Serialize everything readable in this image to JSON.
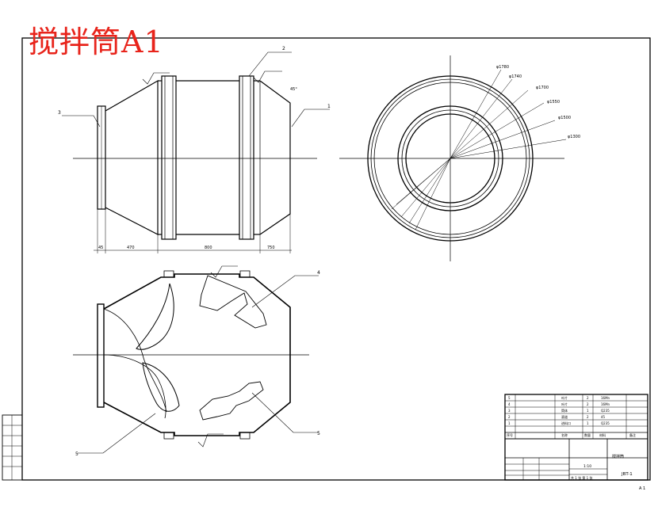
{
  "drawing": {
    "title": "搅拌筒A1",
    "title_color": "#e8241b",
    "line_color": "#000000"
  },
  "front_view": {
    "callouts": [
      "1",
      "2",
      "3"
    ],
    "bottom_dimensions": [
      "45",
      "470",
      "800",
      "750"
    ],
    "angle_note": "45°"
  },
  "end_view": {
    "diameters": [
      "φ1780",
      "φ1740",
      "φ1700",
      "φ1550",
      "φ1500",
      "φ1300"
    ]
  },
  "section_view": {
    "callouts": [
      "4",
      "5",
      "5"
    ]
  },
  "title_block": {
    "drawing_number": "JBT-1",
    "name": "搅拌筒",
    "scale": "1:10",
    "sheet": "共 1 张 第 1 张",
    "parts": [
      {
        "no": "1",
        "name": "进料口",
        "qty": "1",
        "material": "Q235"
      },
      {
        "no": "2",
        "name": "滚道",
        "qty": "2",
        "material": "45"
      },
      {
        "no": "3",
        "name": "筒体",
        "qty": "1",
        "material": "Q235"
      },
      {
        "no": "4",
        "name": "叶片",
        "qty": "2",
        "material": "16Mn"
      },
      {
        "no": "5",
        "name": "叶片",
        "qty": "2",
        "material": "16Mn"
      }
    ],
    "header": [
      "序号",
      "名称",
      "数量",
      "材料",
      "备注"
    ],
    "page_mark": "A 1"
  }
}
